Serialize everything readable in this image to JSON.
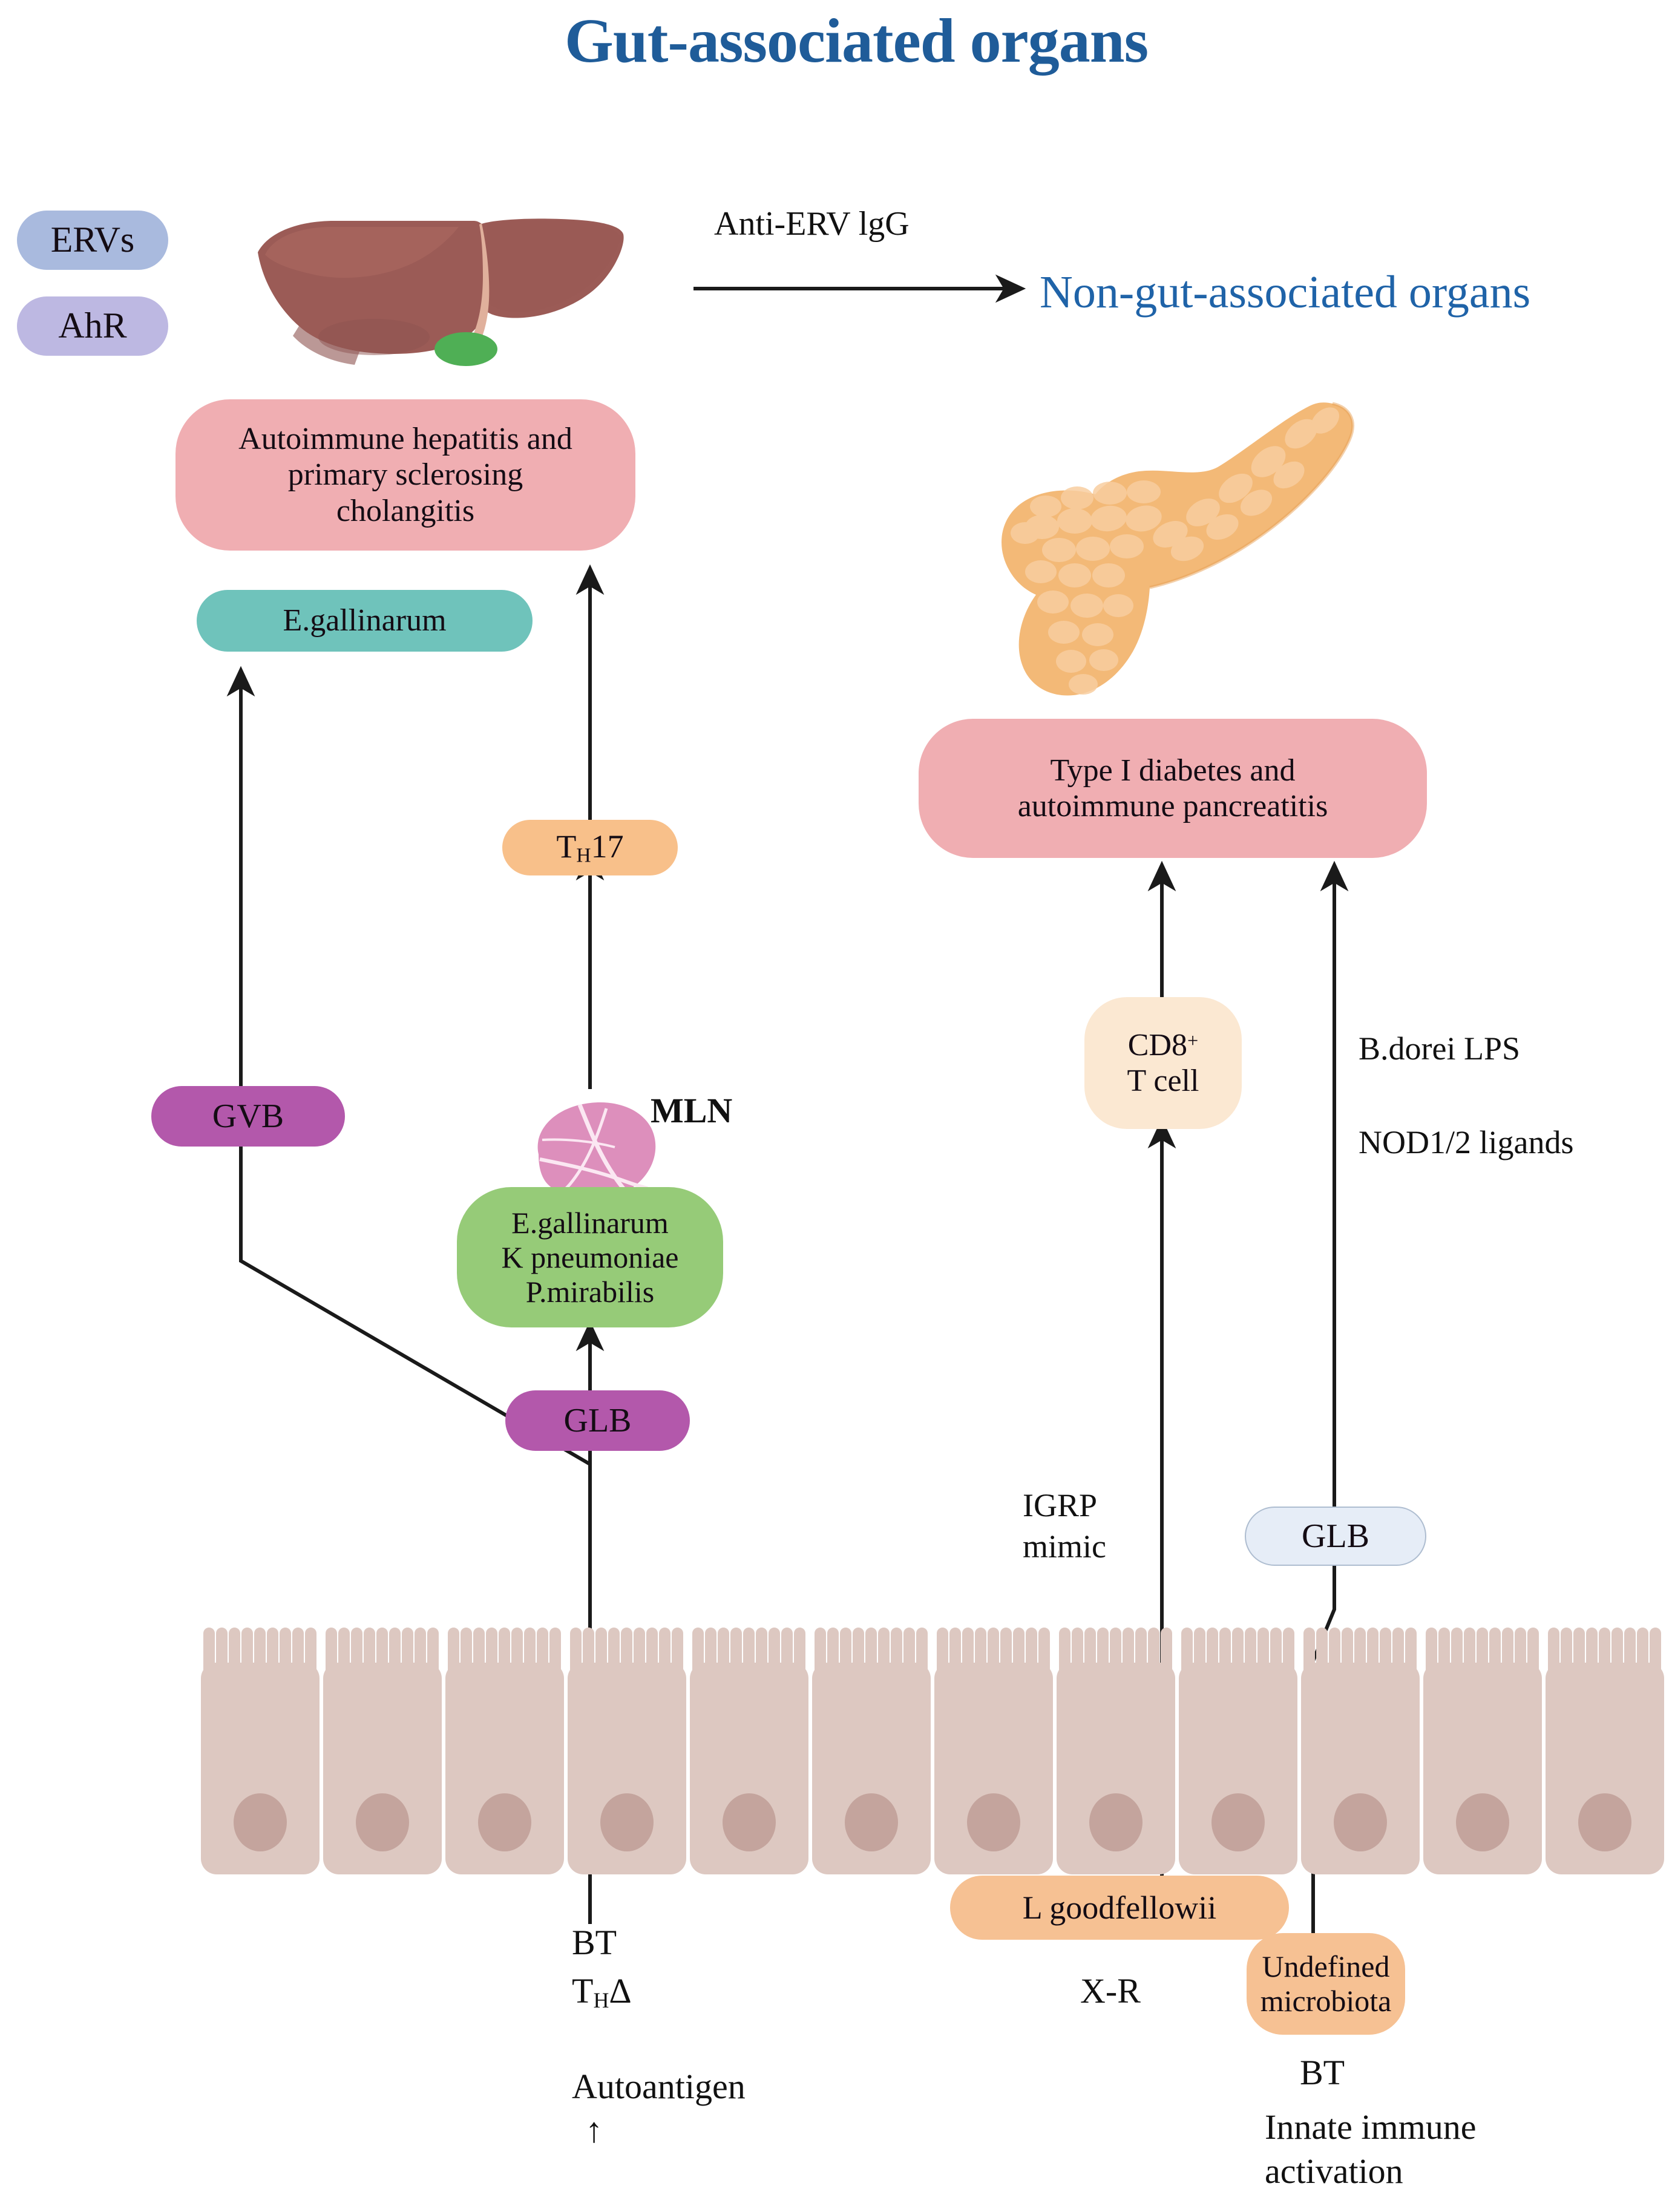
{
  "headings": {
    "gut_associated": "Gut-associated organs",
    "non_gut_associated": "Non-gut-associated organs"
  },
  "arrows": {
    "anti_erv_igg": "Anti-ERV lgG"
  },
  "left_badges": [
    {
      "label": "ERVs",
      "color": "#a9bade"
    },
    {
      "label": "AhR",
      "color": "#bdb8e2"
    }
  ],
  "organs": {
    "liver": "liver-illustration",
    "pancreas": "pancreas-illustration",
    "lymph_node": "mesenteric-lymph-node-illustration",
    "epithelium": "intestinal-epithelium-illustration"
  },
  "liver_branch": {
    "disease": "Autoimmune hepatitis and\nprimary sclerosing\ncholangitis",
    "disease_color": "#f0aeb2",
    "bacterium": "E.gallinarum",
    "bacterium_color": "#6fc3bb",
    "barrier": "GVB",
    "barrier_color": "#b358ab"
  },
  "mln_branch": {
    "th17": "Tₕ17",
    "th17_plain": "TH17",
    "th17_color": "#f8c08a",
    "mln_label": "MLN",
    "bacteria": "E.gallinarum\nK pneumoniae\nP.mirabilis",
    "bacteria_color": "#96cb78",
    "barrier": "GLB",
    "barrier_color": "#b358ab"
  },
  "pancreas_branch": {
    "disease": "Type I diabetes and\nautoimmune pancreatitis",
    "disease_color": "#f0aeb2",
    "tcell": "CD8⁺\nT cell",
    "tcell_color": "#fbe8d2",
    "mediators": [
      "B.dorei LPS",
      "NOD1/2 ligands"
    ],
    "mimic": "IGRP\nmimic",
    "barrier": "GLB",
    "barrier_color": "#e6edf7",
    "bacterium": "L goodfellowii",
    "bacterium_color": "#f6c193",
    "cross_reactivity": "X-R",
    "microbiota": "Undefined\nmicrobiota",
    "microbiota_color": "#f6c193",
    "microbiota_notes": "BT",
    "innate": "Innate immune\nactivation"
  },
  "gut_notes": {
    "bt": "BT",
    "th_delta": "TₕΔ",
    "th_delta_plain": "THΔ",
    "autoantigen": "Autoantigen",
    "autoantigen_arrow": "↑"
  },
  "colors": {
    "title_blue": "#1f5c99",
    "line_black": "#1a1a1a",
    "epithelium_fill": "#ddc8c1",
    "epithelium_nucleus": "#c4a49d",
    "liver_body": "#9b5b56",
    "pancreas_body": "#f3b977",
    "lymph_node": "#dd8fbc"
  }
}
